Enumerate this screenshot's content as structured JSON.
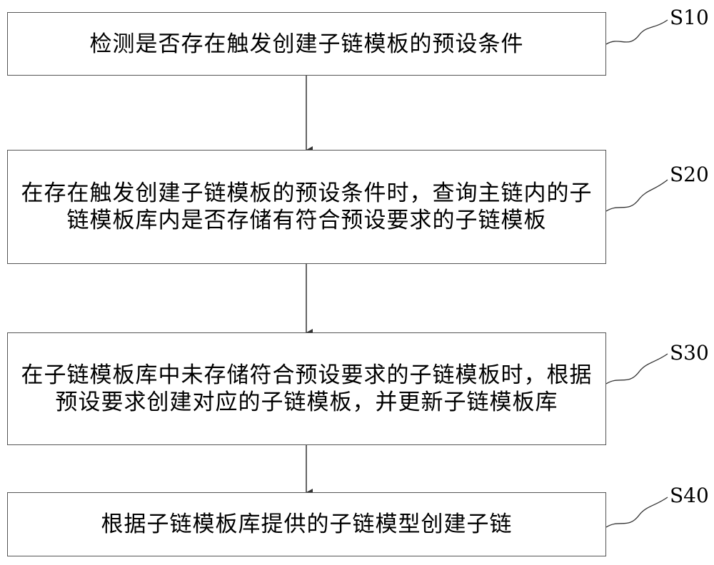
{
  "steps": [
    {
      "id": "S10",
      "text": "检测是否存在触发创建子链模板的预设条件"
    },
    {
      "id": "S20",
      "text": "在存在触发创建子链模板的预设条件时，查询主链内的子链模板库内是否存储有符合预设要求的子链模板"
    },
    {
      "id": "S30",
      "text": "在子链模板库中未存储符合预设要求的子链模板时，根据预设要求创建对应的子链模板，并更新子链模板库"
    },
    {
      "id": "S40",
      "text": "根据子链模板库提供的子链模型创建子链"
    }
  ]
}
